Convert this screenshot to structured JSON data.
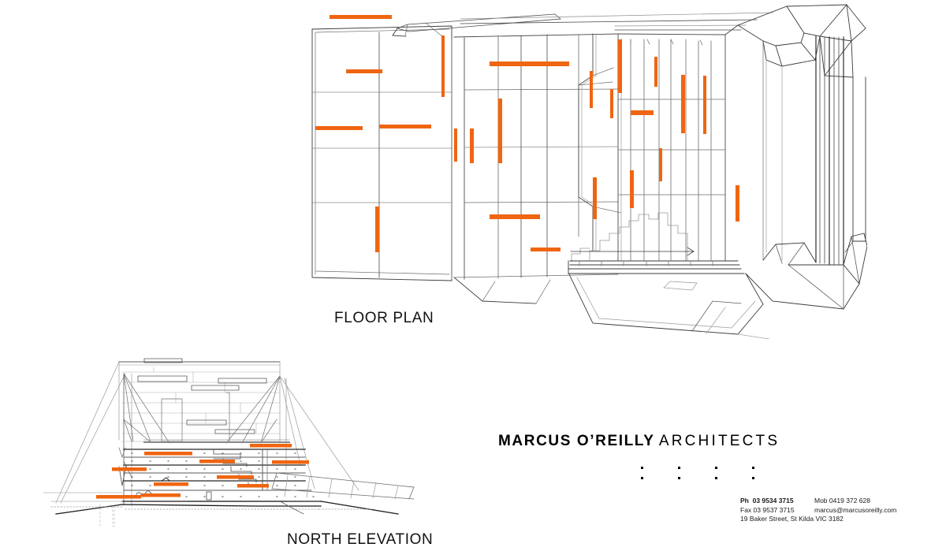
{
  "sheet": {
    "background": "#ffffff",
    "ink": "#1a1a1a",
    "accent": "#ef6511",
    "accent_name": "orange-highlight"
  },
  "drawings": [
    {
      "id": "floor-plan",
      "label": "FLOOR PLAN",
      "type": "architectural-plan",
      "description": "Upper plan drawing of a building with rectangular grid of rooms at left, narrow bays at centre, raked seating and stair at right, and faceted roof/canopy outline at far right."
    },
    {
      "id": "north-elevation",
      "label": "NORTH ELEVATION",
      "type": "architectural-elevation",
      "description": "Lower elevation drawing showing a symmetrical pitched-roof volume with stepped terraces, horizontal slab lines and a sloping ramp at right."
    }
  ],
  "title_block": {
    "practice_name_bold": "MARCUS O’REILLY",
    "practice_name_light": "ARCHITECTS",
    "dot_grid": {
      "columns": 4,
      "rows": 2
    },
    "contact": {
      "phone_label": "Ph",
      "phone_number": "03 9534 3715",
      "mobile_label": "Mob",
      "mobile_number": "0419 372 628",
      "fax_label": "Fax",
      "fax_number": "03 9537 3715",
      "email": "marcus@marcusoreilly.com",
      "address": "19 Baker Street, St Kilda VIC 3182"
    }
  }
}
